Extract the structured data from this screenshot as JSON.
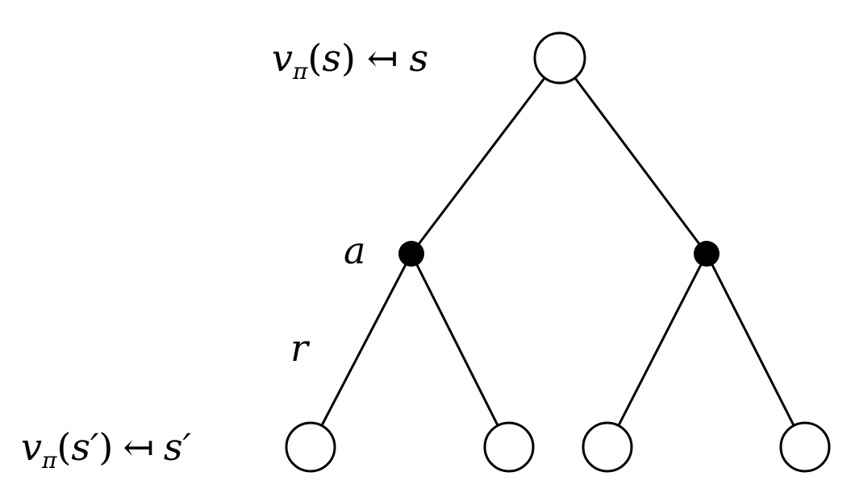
{
  "diagram": {
    "title": "Backup diagram for v_pi",
    "root_label": {
      "v": "v",
      "pi": "π",
      "open": "(",
      "arg": "s",
      "close": ")",
      "arrow": "↤",
      "state": "s"
    },
    "action_label": "a",
    "reward_label": "r",
    "leaf_label": {
      "v": "v",
      "pi": "π",
      "open": "(",
      "arg": "s′",
      "close": ")",
      "arrow": "↤",
      "state": "s′"
    },
    "colors": {
      "line": "#000000",
      "state_fill": "#ffffff",
      "action_fill": "#000000"
    }
  }
}
